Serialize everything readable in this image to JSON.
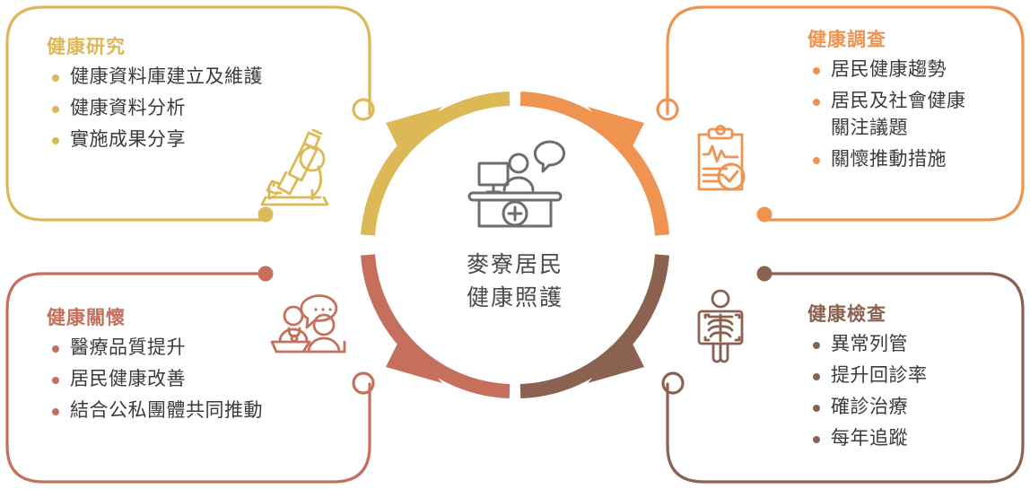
{
  "center": {
    "icon": "reception-desk-icon",
    "line1": "麥寮居民",
    "line2": "健康照護"
  },
  "colors": {
    "health_research": "#ddb856",
    "health_survey": "#ee9350",
    "health_care": "#c4705c",
    "health_exam": "#8b6250",
    "body_text": "#3b3b3b",
    "center_text": "#4a4a4a"
  },
  "cards": {
    "top_left": {
      "title": "健康研究",
      "icon": "microscope-icon",
      "color": "#ddb856",
      "bullets": [
        "健康資料庫建立及維護",
        "健康資料分析",
        "實施成果分享"
      ]
    },
    "top_right": {
      "title": "健康調查",
      "icon": "clipboard-heartbeat-check-icon",
      "color": "#ee9350",
      "bullets": [
        "居民健康趨勢",
        "居民及社會健康\n關注議題",
        "關懷推動措施"
      ]
    },
    "bottom_left": {
      "title": "健康關懷",
      "icon": "doctor-patient-consultation-icon",
      "color": "#c4705c",
      "bullets": [
        "醫療品質提升",
        "居民健康改善",
        "結合公私團體共同推動"
      ]
    },
    "bottom_right": {
      "title": "健康檢查",
      "icon": "xray-body-scan-icon",
      "color": "#8b6250",
      "bullets": [
        "異常列管",
        "提升回診率",
        "確診治療",
        "每年追蹤"
      ]
    }
  },
  "ring": {
    "segments": [
      {
        "name": "health-research-arc",
        "color": "#ddb856",
        "quadrant": "top-left"
      },
      {
        "name": "health-survey-arc",
        "color": "#ee9350",
        "quadrant": "top-right"
      },
      {
        "name": "health-care-arc",
        "color": "#c4705c",
        "quadrant": "bottom-left"
      },
      {
        "name": "health-exam-arc",
        "color": "#8b6250",
        "quadrant": "bottom-right"
      }
    ]
  }
}
